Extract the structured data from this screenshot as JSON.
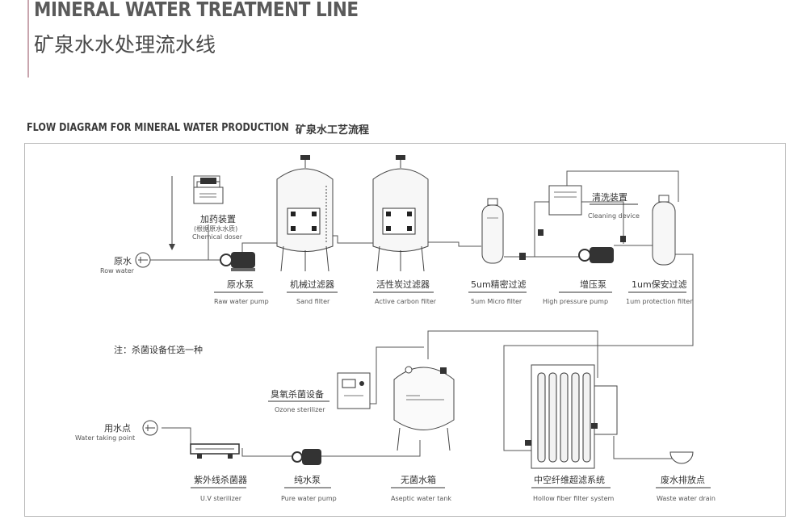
{
  "header": {
    "title_en": "MINERAL WATER TREATMENT LINE",
    "title_cn": "矿泉水水处理流水线"
  },
  "section": {
    "title_en": "FLOW DIAGRAM FOR MINERAL WATER PRODUCTION",
    "title_cn": "矿泉水工艺流程"
  },
  "note": "注：杀菌设备任选一种",
  "inlet": {
    "cn": "原水",
    "en": "Row water"
  },
  "outlet": {
    "cn": "用水点",
    "en": "Water taking point"
  },
  "doser": {
    "cn": "加药装置",
    "sub": "(根据原水水质)",
    "en": "Chemical doser"
  },
  "cleaning": {
    "cn": "清洗装置",
    "en": "Cleaning device"
  },
  "stages_top": [
    {
      "cn": "原水泵",
      "en": "Raw water pump"
    },
    {
      "cn": "机械过滤器",
      "en": "Sand filter"
    },
    {
      "cn": "活性炭过滤器",
      "en": "Active carbon filter"
    },
    {
      "cn": "5um精密过滤",
      "en": "5um Micro filter"
    },
    {
      "cn": "增压泵",
      "en": "High pressure pump"
    },
    {
      "cn": "1um保安过滤",
      "en": "1um protection filter"
    }
  ],
  "stages_bottom": [
    {
      "cn": "紫外线杀菌器",
      "en": "U.V sterilizer"
    },
    {
      "cn": "纯水泵",
      "en": "Pure water pump"
    },
    {
      "cn": "无菌水箱",
      "en": "Aseptic water tank"
    },
    {
      "cn": "中空纤维超滤系统",
      "en": "Hollow fiber filter system"
    },
    {
      "cn": "废水排放点",
      "en": "Waste water drain"
    }
  ],
  "ozone": {
    "cn": "臭氧杀菌设备",
    "en": "Ozone sterilizer"
  }
}
